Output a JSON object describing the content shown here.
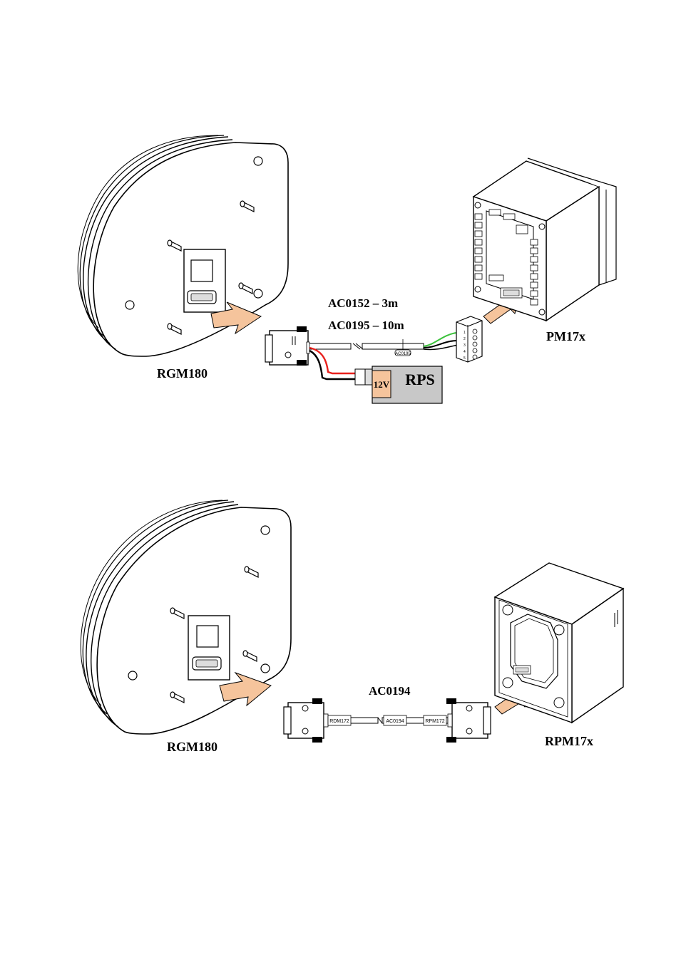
{
  "diagram1": {
    "label_rgm": "RGM180",
    "label_pm": "PM17x",
    "cable_label_1": "AC0152 – 3m",
    "cable_label_2": "AC0195 – 10m",
    "cable_tag": "AC0195",
    "rps_label": "RPS",
    "rps_voltage": "12V",
    "terminal_numbers": [
      "1",
      "2",
      "3",
      "4",
      "5"
    ],
    "colors": {
      "wire_red": "#e8201c",
      "wire_green": "#3cc23c",
      "arrow": "#f5c49c",
      "rps_box": "#c8c8c8",
      "voltage_box": "#f5c49c"
    }
  },
  "diagram2": {
    "label_rgm": "RGM180",
    "label_rpm": "RPM17x",
    "cable_label": "AC0194",
    "cable_tag_left": "RDM172",
    "cable_tag_mid": "AC0194",
    "cable_tag_right": "RPM172"
  }
}
